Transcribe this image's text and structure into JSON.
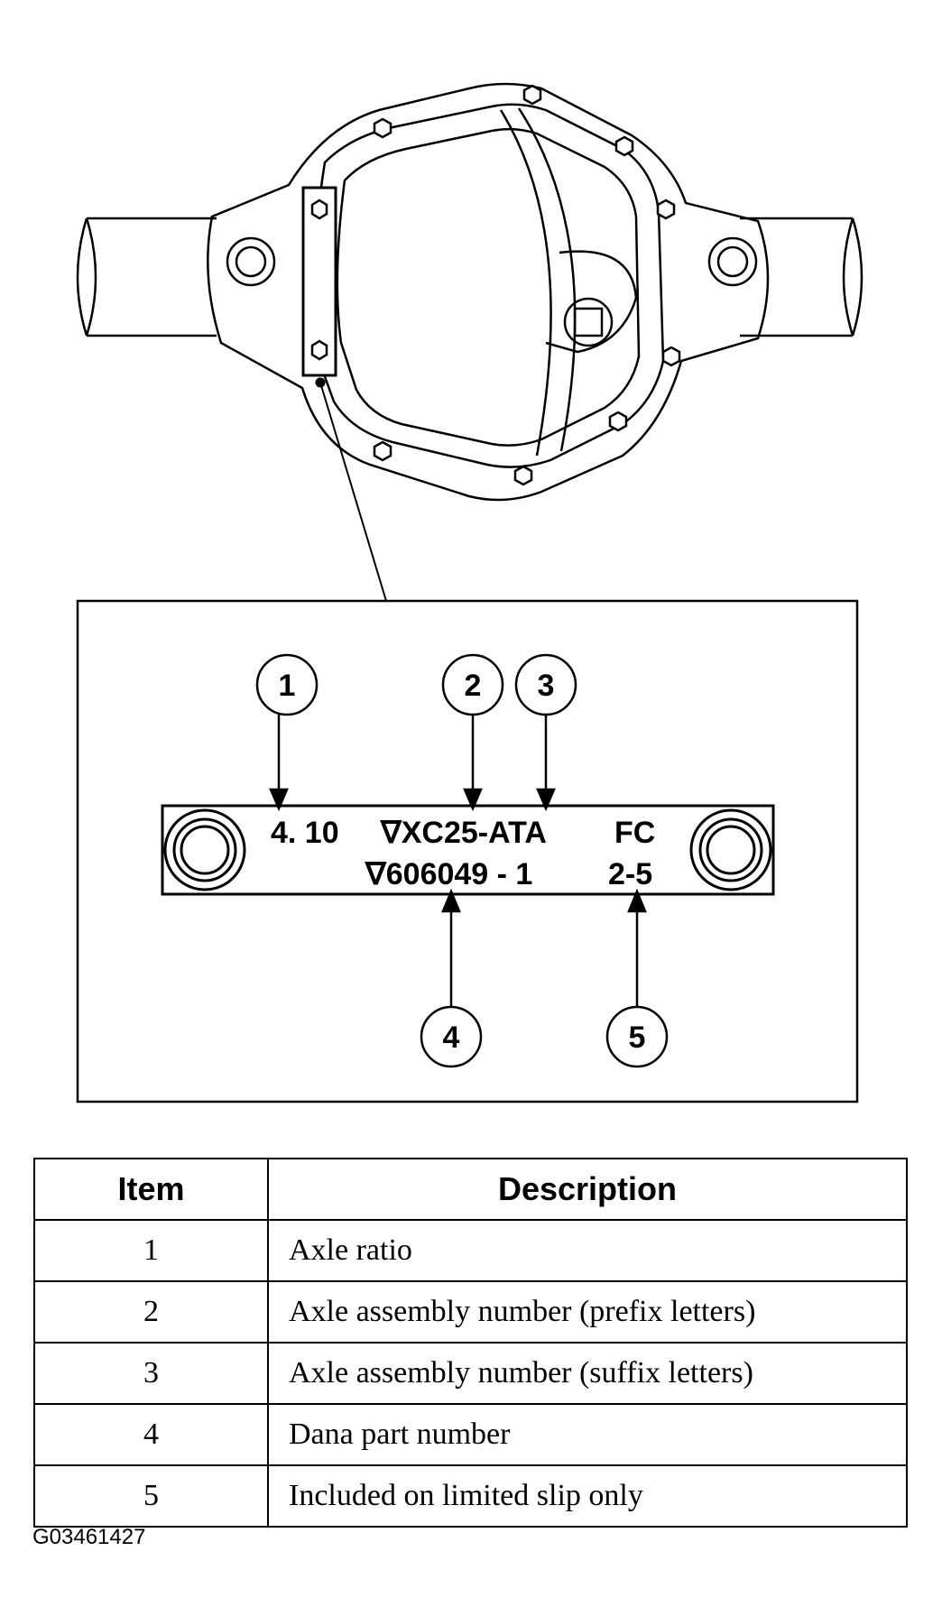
{
  "tag": {
    "line1": {
      "ratio": "4. 10",
      "assembly": "∇XC25-ATA",
      "code": "FC"
    },
    "line2": {
      "part": "∇606049 - 1",
      "date": "2-5"
    }
  },
  "callouts": [
    "1",
    "2",
    "3",
    "4",
    "5"
  ],
  "table": {
    "headers": {
      "item": "Item",
      "description": "Description"
    },
    "rows": [
      {
        "item": "1",
        "description": "Axle ratio"
      },
      {
        "item": "2",
        "description": "Axle assembly number (prefix letters)"
      },
      {
        "item": "3",
        "description": "Axle assembly number (suffix letters)"
      },
      {
        "item": "4",
        "description": "Dana part number"
      },
      {
        "item": "5",
        "description": "Included on limited slip only"
      }
    ]
  },
  "figure_code": "G03461427"
}
